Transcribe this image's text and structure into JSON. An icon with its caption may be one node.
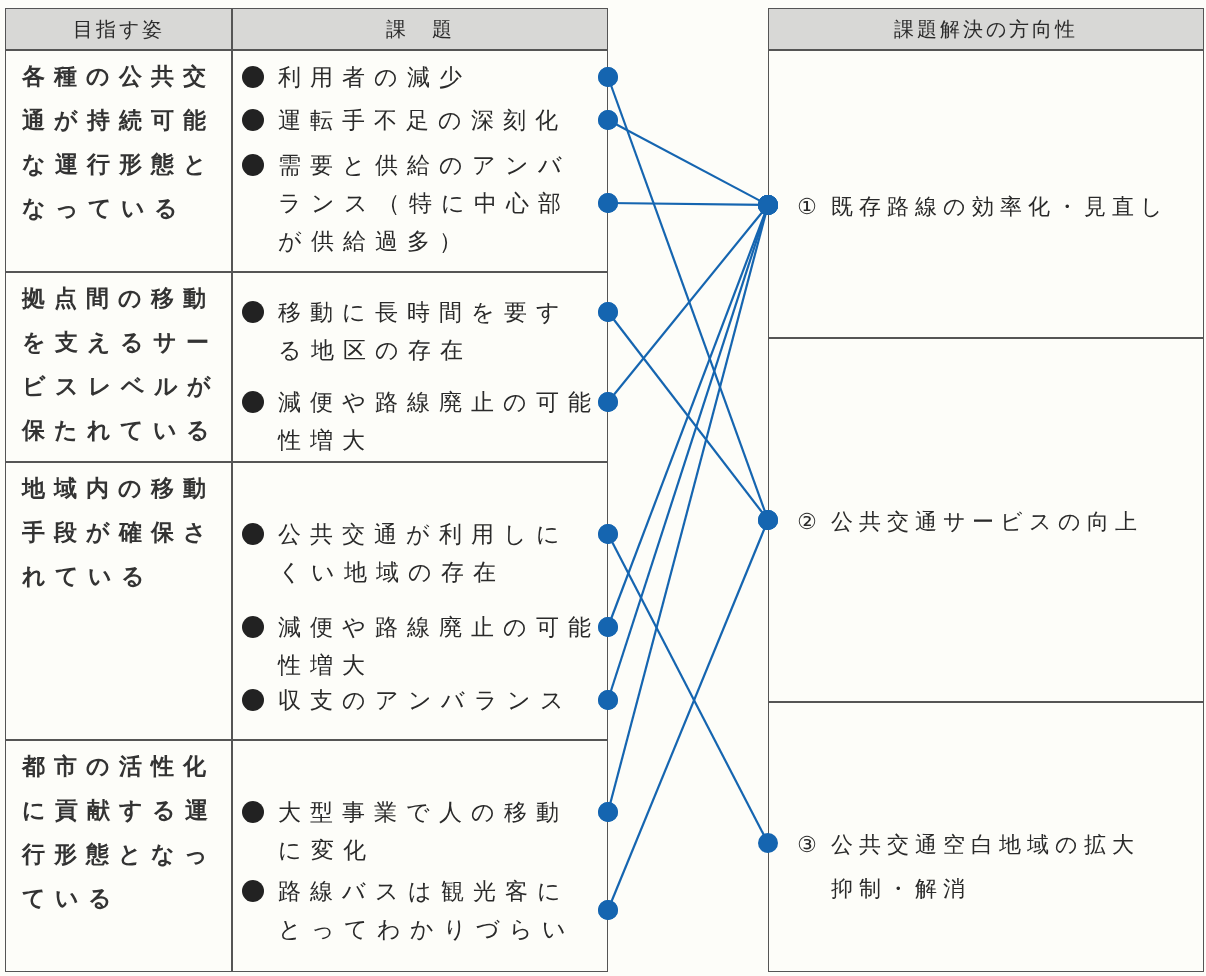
{
  "diagram": {
    "nodes": [
      {
        "text": [
          "各種の公共交通が持続可能な運行形態となっている"
        ]
      },
      {
        "text": [
          "利用者の減少"
        ]
      },
      {
        "text": [
          "運転手不足の深刻化"
        ]
      },
      {
        "text": [
          "需要と供給のアンバランス（特に中心部が供給過多）"
        ]
      },
      {
        "text": [
          "拠点間の移動を支えるサービスレベルが保たれている"
        ]
      },
      {
        "text": [
          "移動に長時間を要する地区の存在"
        ]
      },
      {
        "text": [
          "減便や路線廃止の可能性増大"
        ]
      },
      {
        "text": [
          "地域内の移動手段が確保されている"
        ]
      },
      {
        "text": [
          "公共交通が利用しにくい地域の存在"
        ]
      },
      {
        "text": [
          "減便や路線廃止の可能性増大"
        ]
      },
      {
        "text": [
          "収支のアンバランス"
        ]
      },
      {
        "text": [
          "都市の活性化に貢献する運行形態となっている"
        ]
      },
      {
        "text": [
          "大型事業で人の移動に変化"
        ]
      },
      {
        "text": [
          "路線バスは観光客にとってわかりづらい"
        ]
      },
      {
        "text": [
          "①",
          "既存路線の効率化・見直し"
        ]
      },
      {
        "text": [
          "②",
          "公共交通サービスの向上"
        ]
      },
      {
        "text": [
          "③",
          "公共交通空白地域の拡大抑制・解消"
        ]
      }
    ],
    "edges": [
      {
        "from": 1,
        "to": 15,
        "arrow": "other"
      },
      {
        "from": 2,
        "to": 14,
        "arrow": "other"
      },
      {
        "from": 3,
        "to": 14,
        "arrow": "other"
      },
      {
        "from": 5,
        "to": 15,
        "arrow": "other"
      },
      {
        "from": 6,
        "to": 14,
        "arrow": "other"
      },
      {
        "from": 8,
        "to": 16,
        "arrow": "other"
      },
      {
        "from": 9,
        "to": 14,
        "arrow": "other"
      },
      {
        "from": 10,
        "to": 14,
        "arrow": "other"
      },
      {
        "from": 12,
        "to": 14,
        "arrow": "other"
      },
      {
        "from": 13,
        "to": 15,
        "arrow": "other"
      }
    ],
    "labels": [
      "目指す姿",
      "課　題",
      "課題解決の方向性"
    ]
  }
}
